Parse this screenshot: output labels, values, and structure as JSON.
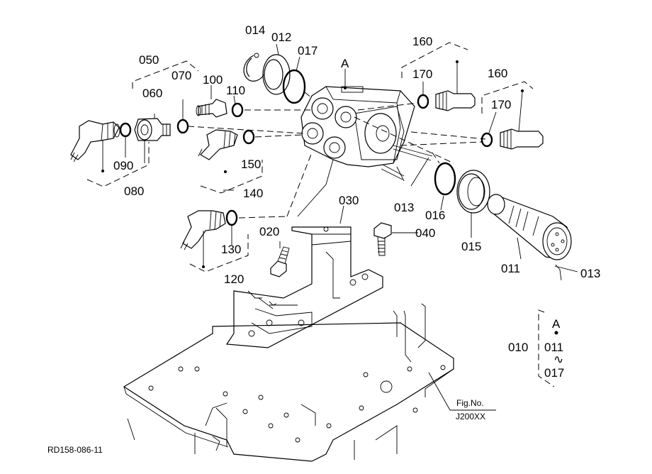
{
  "diagram_id": "RD158-086-11",
  "fig_ref": {
    "line1": "Fig.No.",
    "line2": "J200XX"
  },
  "callout_A": "A",
  "legend": {
    "parent": "010",
    "point": "A",
    "from": "011",
    "sep": "∿",
    "to": "017"
  },
  "parts": [
    {
      "num": "014"
    },
    {
      "num": "012"
    },
    {
      "num": "017"
    },
    {
      "num": "050"
    },
    {
      "num": "060"
    },
    {
      "num": "070"
    },
    {
      "num": "100"
    },
    {
      "num": "110"
    },
    {
      "num": "150"
    },
    {
      "num": "140"
    },
    {
      "num": "090"
    },
    {
      "num": "080"
    },
    {
      "num": "130"
    },
    {
      "num": "120"
    },
    {
      "num": "020"
    },
    {
      "num": "030"
    },
    {
      "num": "040"
    },
    {
      "num": "013"
    },
    {
      "num": "016"
    },
    {
      "num": "015"
    },
    {
      "num": "011"
    },
    {
      "num": "013"
    },
    {
      "num": "160"
    },
    {
      "num": "170"
    },
    {
      "num": "160"
    },
    {
      "num": "170"
    }
  ]
}
